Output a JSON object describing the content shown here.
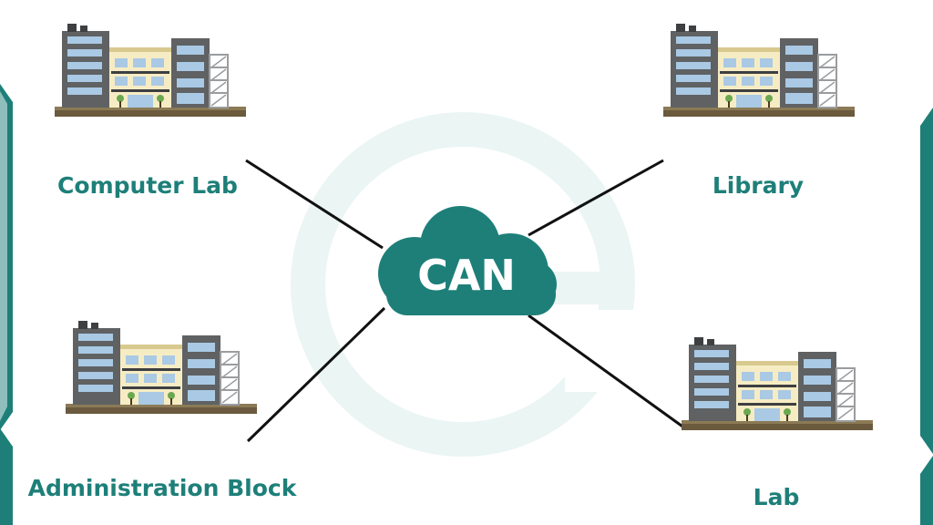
{
  "diagram": {
    "hub": {
      "label": "CAN"
    },
    "nodes": [
      {
        "id": "computer-lab",
        "label": "Computer Lab"
      },
      {
        "id": "library",
        "label": "Library"
      },
      {
        "id": "administration-block",
        "label": "Administration Block"
      },
      {
        "id": "lab",
        "label": "Lab"
      }
    ],
    "edges": [
      {
        "from": "hub",
        "to": "computer-lab"
      },
      {
        "from": "hub",
        "to": "library"
      },
      {
        "from": "hub",
        "to": "administration-block"
      },
      {
        "from": "hub",
        "to": "lab"
      }
    ]
  },
  "colors": {
    "accent": "#1e7f79",
    "watermark": "#eaf5f4",
    "building_dark": "#5f6163",
    "building_cream": "#f6ecc4",
    "window": "#a9c9e4",
    "ground": "#6b5a3e"
  }
}
